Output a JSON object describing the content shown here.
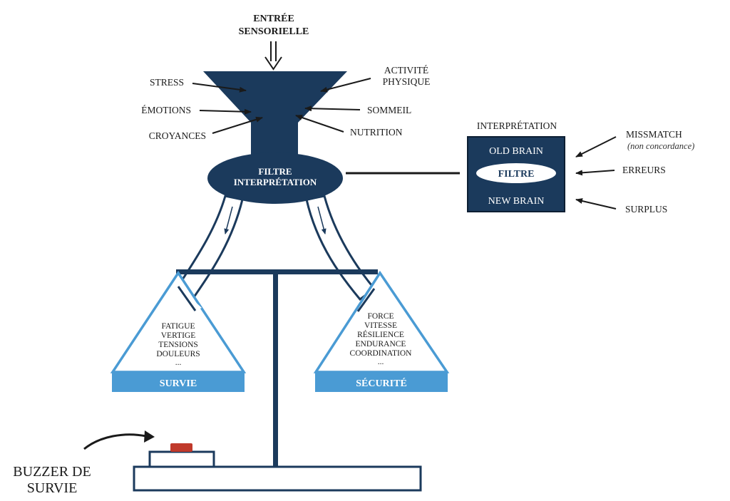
{
  "colors": {
    "navy": "#1b3a5c",
    "light_blue": "#4a9bd4",
    "buzzer_red": "#c0392b"
  },
  "title": {
    "line1": "ENTRÉE",
    "line2": "SENSORIELLE"
  },
  "funnel_inputs_left": [
    "STRESS",
    "ÉMOTIONS",
    "CROYANCES"
  ],
  "funnel_inputs_right": {
    "activite_line1": "ACTIVITÉ",
    "activite_line2": "PHYSIQUE",
    "sommeil": "SOMMEIL",
    "nutrition": "NUTRITION"
  },
  "filter_ellipse": {
    "line1": "FILTRE",
    "line2": "INTERPRÉTATION"
  },
  "interpretation_box": {
    "heading": "INTERPRÉTATION",
    "old_brain": "OLD BRAIN",
    "filtre": "FILTRE",
    "new_brain": "NEW BRAIN"
  },
  "box_inputs": {
    "missmatch": "MISSMATCH",
    "missmatch_note": "(non concordance)",
    "erreurs": "ERREURS",
    "surplus": "SURPLUS"
  },
  "survie_pan": {
    "items": [
      "FATIGUE",
      "VERTIGE",
      "TENSIONS",
      "DOULEURS",
      "..."
    ],
    "label": "SURVIE"
  },
  "securite_pan": {
    "items": [
      "FORCE",
      "VITESSE",
      "RÉSILIENCE",
      "ENDURANCE",
      "COORDINATION",
      "..."
    ],
    "label": "SÉCURITÉ"
  },
  "buzzer": {
    "line1": "BUZZER DE",
    "line2": "SURVIE"
  }
}
